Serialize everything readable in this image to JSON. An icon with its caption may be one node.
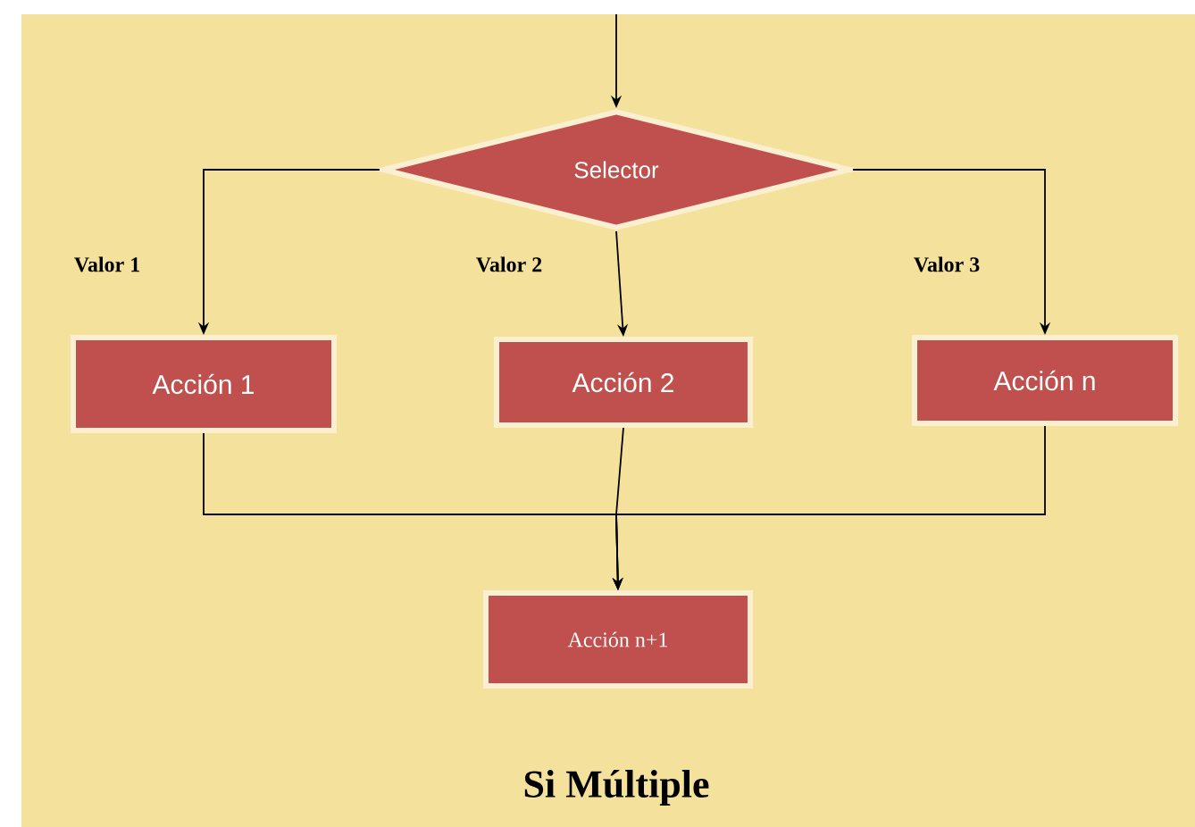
{
  "diagram": {
    "caption": "Si Múltiple",
    "nodes": [
      {
        "text": [
          "Selector"
        ]
      },
      {
        "text": [
          "Acción 1"
        ]
      },
      {
        "text": [
          "Acción 2"
        ]
      },
      {
        "text": [
          "Acción n"
        ]
      },
      {
        "text": [
          "Acción n+1"
        ]
      }
    ],
    "edges": [
      {
        "from": null,
        "to": 0,
        "arrow": "to"
      },
      {
        "from": 0,
        "to": 1,
        "arrow": "to",
        "label": "Valor 1"
      },
      {
        "from": 0,
        "to": 2,
        "arrow": "to",
        "label": "Valor 2"
      },
      {
        "from": 0,
        "to": 3,
        "arrow": "to",
        "label": "Valor 3"
      },
      {
        "from": 1,
        "to": 4,
        "arrow": "to"
      },
      {
        "from": 2,
        "to": 4,
        "arrow": "to"
      },
      {
        "from": 3,
        "to": 4,
        "arrow": "to"
      }
    ]
  }
}
